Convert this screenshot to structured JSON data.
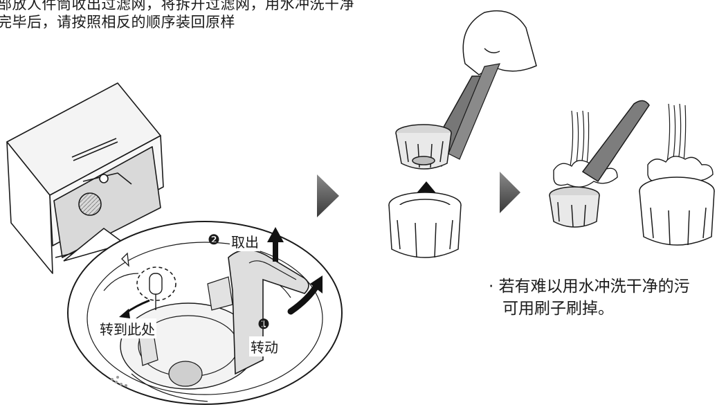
{
  "intro": {
    "line1": "部放人件筒收出过滤网，将拆开过滤网，用水冲洗干净",
    "line2": "完毕后，请按照相反的顺序装回原样"
  },
  "callouts": {
    "step2_number": "❷",
    "step2_label": "取出",
    "step1_number": "❶",
    "step1_label": "转动",
    "position_label": "转到此处"
  },
  "note": {
    "line1": "· 若有难以用水冲洗干净的污",
    "line2": "可用刷子刷掉。"
  },
  "colors": {
    "line": "#1a1a1a",
    "arrow": "#111111",
    "chevron": "#4d4d4d",
    "handle": "#777777"
  }
}
